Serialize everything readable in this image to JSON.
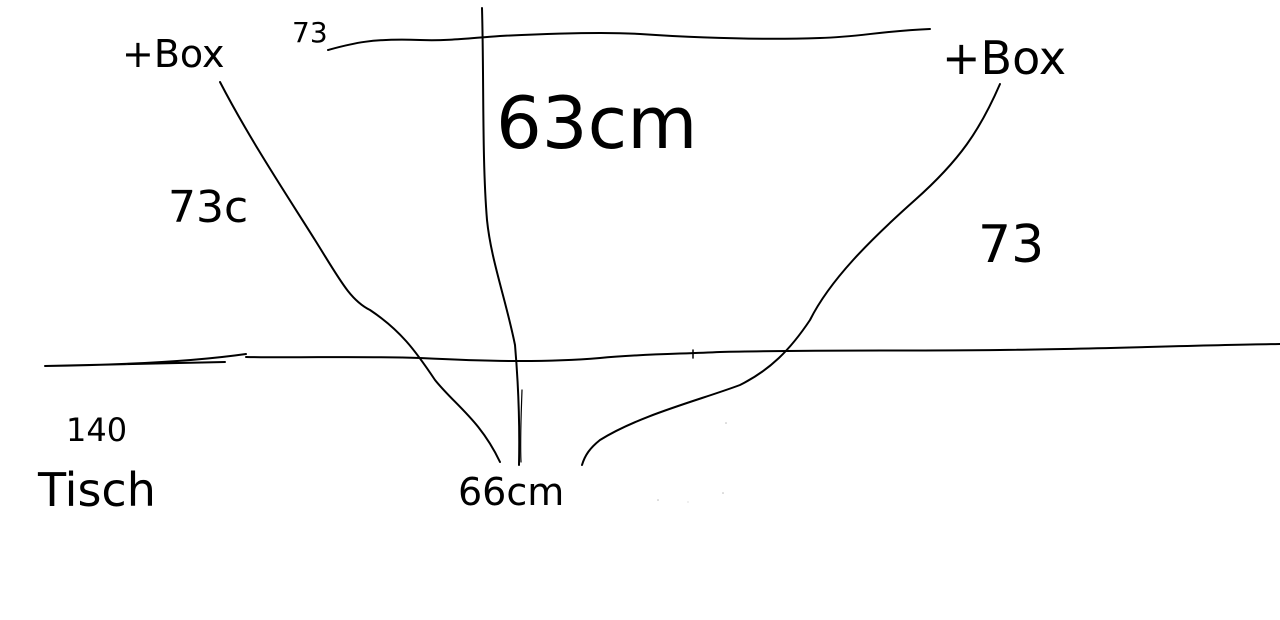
{
  "labels": {
    "top_left_box": "+Box",
    "top_right_box": "+Box",
    "top_distance": "73",
    "center_distance": "63cm",
    "left_distance": "73c",
    "right_distance": "73",
    "table_width": "140",
    "table_label": "Tisch",
    "bottom_distance": "66cm"
  },
  "colors": {
    "ink": "#000000",
    "paper": "#ffffff"
  }
}
